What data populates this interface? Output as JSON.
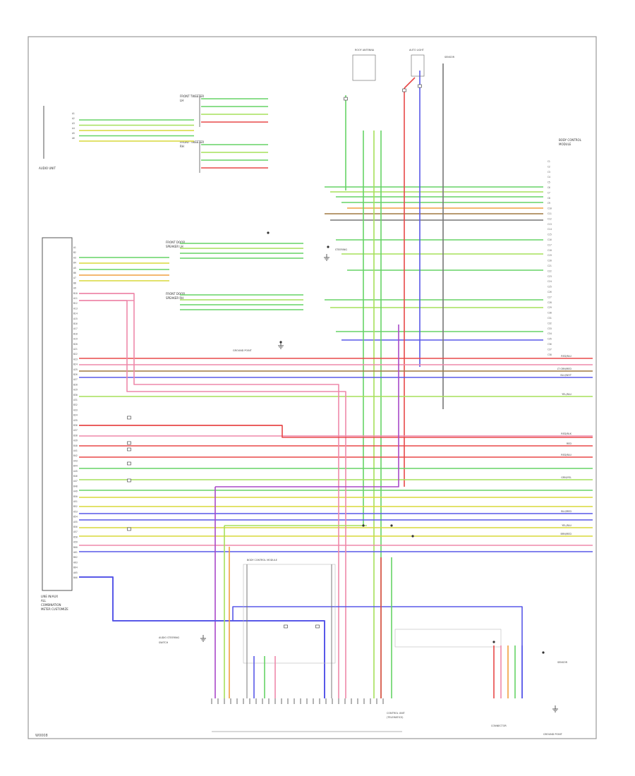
{
  "diagram": {
    "figure_id": "W0008",
    "colors": {
      "frame": "#9a9a9a",
      "component": "#555555",
      "wire_gray": "#777777",
      "green": "#66d466",
      "light_green": "#a6e05a",
      "yellow": "#d8d83a",
      "red": "#e84848",
      "pink": "#ee88aa",
      "orange": "#f0a040",
      "blue": "#5858e8",
      "violet": "#a848c8",
      "brown": "#a07840"
    },
    "icon_names": [
      "ground-icon",
      "connector-icon",
      "splice-dot-icon"
    ],
    "components": {
      "audio_unit": "AUDIO UNIT",
      "combination_meter": "LINE IN/AUX ALL COMBINATION METER CUSTOMIZE",
      "front_tweeter_lh": "FRONT TWEETER LH",
      "front_tweeter_rh": "FRONT TWEETER RH",
      "front_door_speaker_lh": "FRONT DOOR SPEAKER LH",
      "front_door_speaker_rh": "FRONT DOOR SPEAKER RH",
      "steering_switch": "AUDIO STEERING SWITCH",
      "roof_antenna": "ROOF ANTENNA",
      "auto_sensor": "AUTO LIGHT SENSOR",
      "control_unit": "BODY CONTROL MODULE",
      "main_unit": "CONTROL UNIT (TELEMATICS)",
      "lower_connector": "CONNECTOR",
      "ground_point": "GROUND POINT"
    }
  }
}
